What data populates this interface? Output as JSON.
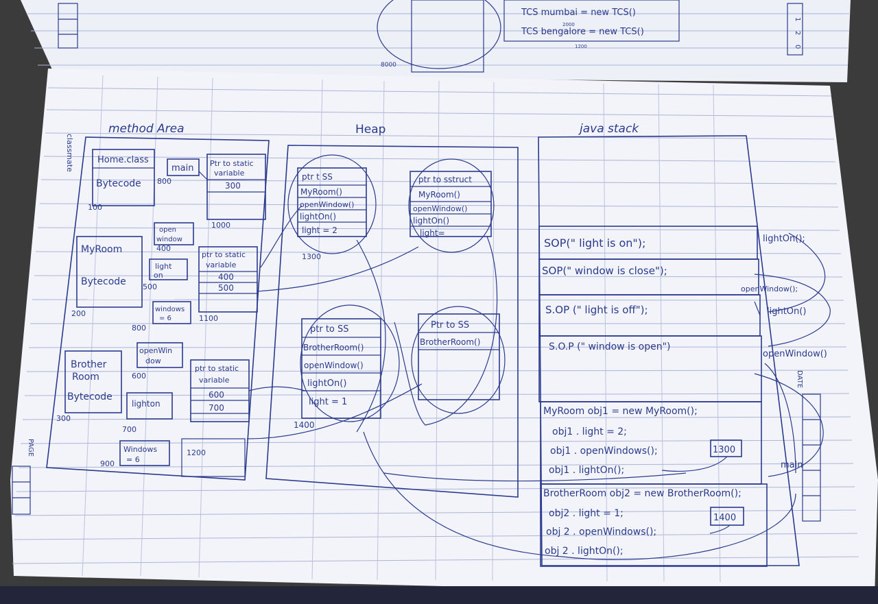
{
  "top_page": {
    "lines": [
      "TCS mumbai = new TCS()",
      "TCS bengalore = new TCS()"
    ],
    "small": [
      "2000",
      "1200",
      "8000"
    ],
    "marks": [
      "1",
      "2",
      "0"
    ]
  },
  "side": {
    "brand": "classmate",
    "page": "PAGE",
    "date": "DATE"
  },
  "sections": {
    "method": "method Area",
    "heap": "Heap",
    "stack": "java stack"
  },
  "method_area": {
    "home_class": "Home.class",
    "home_bytecode": "Bytecode",
    "home_addr": "800",
    "addr_100": "100",
    "main": "main",
    "ptr_static1_a": "Ptr to static",
    "ptr_static1_b": "variable",
    "ptr_static1_val": "300",
    "ptr_static1_addr": "1000",
    "myroom": "MyRoom",
    "myroom_bytecode": "Bytecode",
    "myroom_addr": "200",
    "open_window1_a": "open",
    "open_window1_b": "window",
    "open_window1_addr": "400",
    "light_on1_a": "light",
    "light_on1_b": "on",
    "light_on1_addr": "500",
    "windows1_a": "windows",
    "windows1_b": "= 6",
    "windows1_addr": "800",
    "ptr_static2_a": "ptr to static",
    "ptr_static2_b": "variable",
    "ptr_static2_v1": "400",
    "ptr_static2_v2": "500",
    "ptr_static2_addr": "1100",
    "brother_a": "Brother",
    "brother_b": "Room",
    "brother_bytecode": "Bytecode",
    "brother_addr": "300",
    "open_window2_a": "openWin",
    "open_window2_b": "dow",
    "open_window2_addr": "600",
    "light_on2": "lighton",
    "light_on2_addr": "700",
    "windows2_a": "Windows",
    "windows2_b": "= 6",
    "windows2_addr": "900",
    "ptr_static3_a": "ptr to static",
    "ptr_static3_b": "variable",
    "ptr_static3_v1": "600",
    "ptr_static3_v2": "700",
    "ptr_static3_addr": "1200"
  },
  "heap": {
    "obj1": {
      "rows": [
        "ptr t SS",
        "MyRoom()",
        "openWindow()",
        "lightOn()",
        "light = 2"
      ],
      "addr": "1300"
    },
    "obj2": {
      "rows": [
        "ptr to sstruct",
        "MyRoom()",
        "openWindow()",
        "lightOn()",
        "light="
      ]
    },
    "obj3": {
      "rows": [
        "ptr to SS",
        "BrotherRoom()",
        "openWindow()",
        "lightOn()",
        "light = 1"
      ],
      "addr": "1400"
    },
    "obj4": {
      "rows": [
        "Ptr to SS",
        "BrotherRoom()"
      ]
    }
  },
  "stack": {
    "frames": [
      "SOP(\" light is on\");",
      "SOP(\" window is close\");",
      "S.OP (\" light is off\");",
      "S.O.P (\" window is open\")"
    ],
    "main_lines": [
      "MyRoom obj1 = new MyRoom();",
      "obj1 . light = 2;",
      "obj1 . openWindows();",
      "obj1 . lightOn();",
      "BrotherRoom obj2 = new BrotherRoom();",
      "obj2 . light = 1;",
      "obj 2 . openWindows();",
      "obj 2 . lightOn();"
    ],
    "ref1": "1300",
    "ref2": "1400"
  },
  "labels": {
    "light_on1": "lightOn();",
    "open_window1": "openWindow();",
    "light_on2": "lightOn()",
    "open_window2": "openWindow()",
    "main": "main"
  }
}
